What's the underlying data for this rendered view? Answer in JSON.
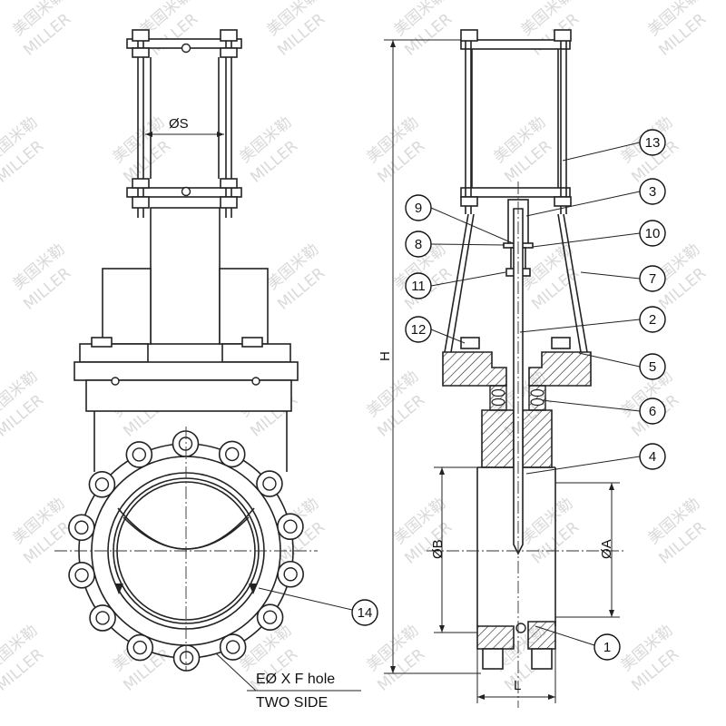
{
  "watermark": {
    "brand_cn": "美国米勒",
    "brand_en": "MILLER"
  },
  "dimensions": {
    "stem_diameter": "ØS",
    "height": "H",
    "bore_b": "ØB",
    "bore_a": "ØA",
    "length": "L"
  },
  "notes": {
    "hole_spec": "EØ X F hole",
    "sides": "TWO SIDE"
  },
  "callouts": [
    "13",
    "3",
    "9",
    "10",
    "8",
    "11",
    "7",
    "2",
    "12",
    "5",
    "6",
    "4",
    "1",
    "14"
  ]
}
